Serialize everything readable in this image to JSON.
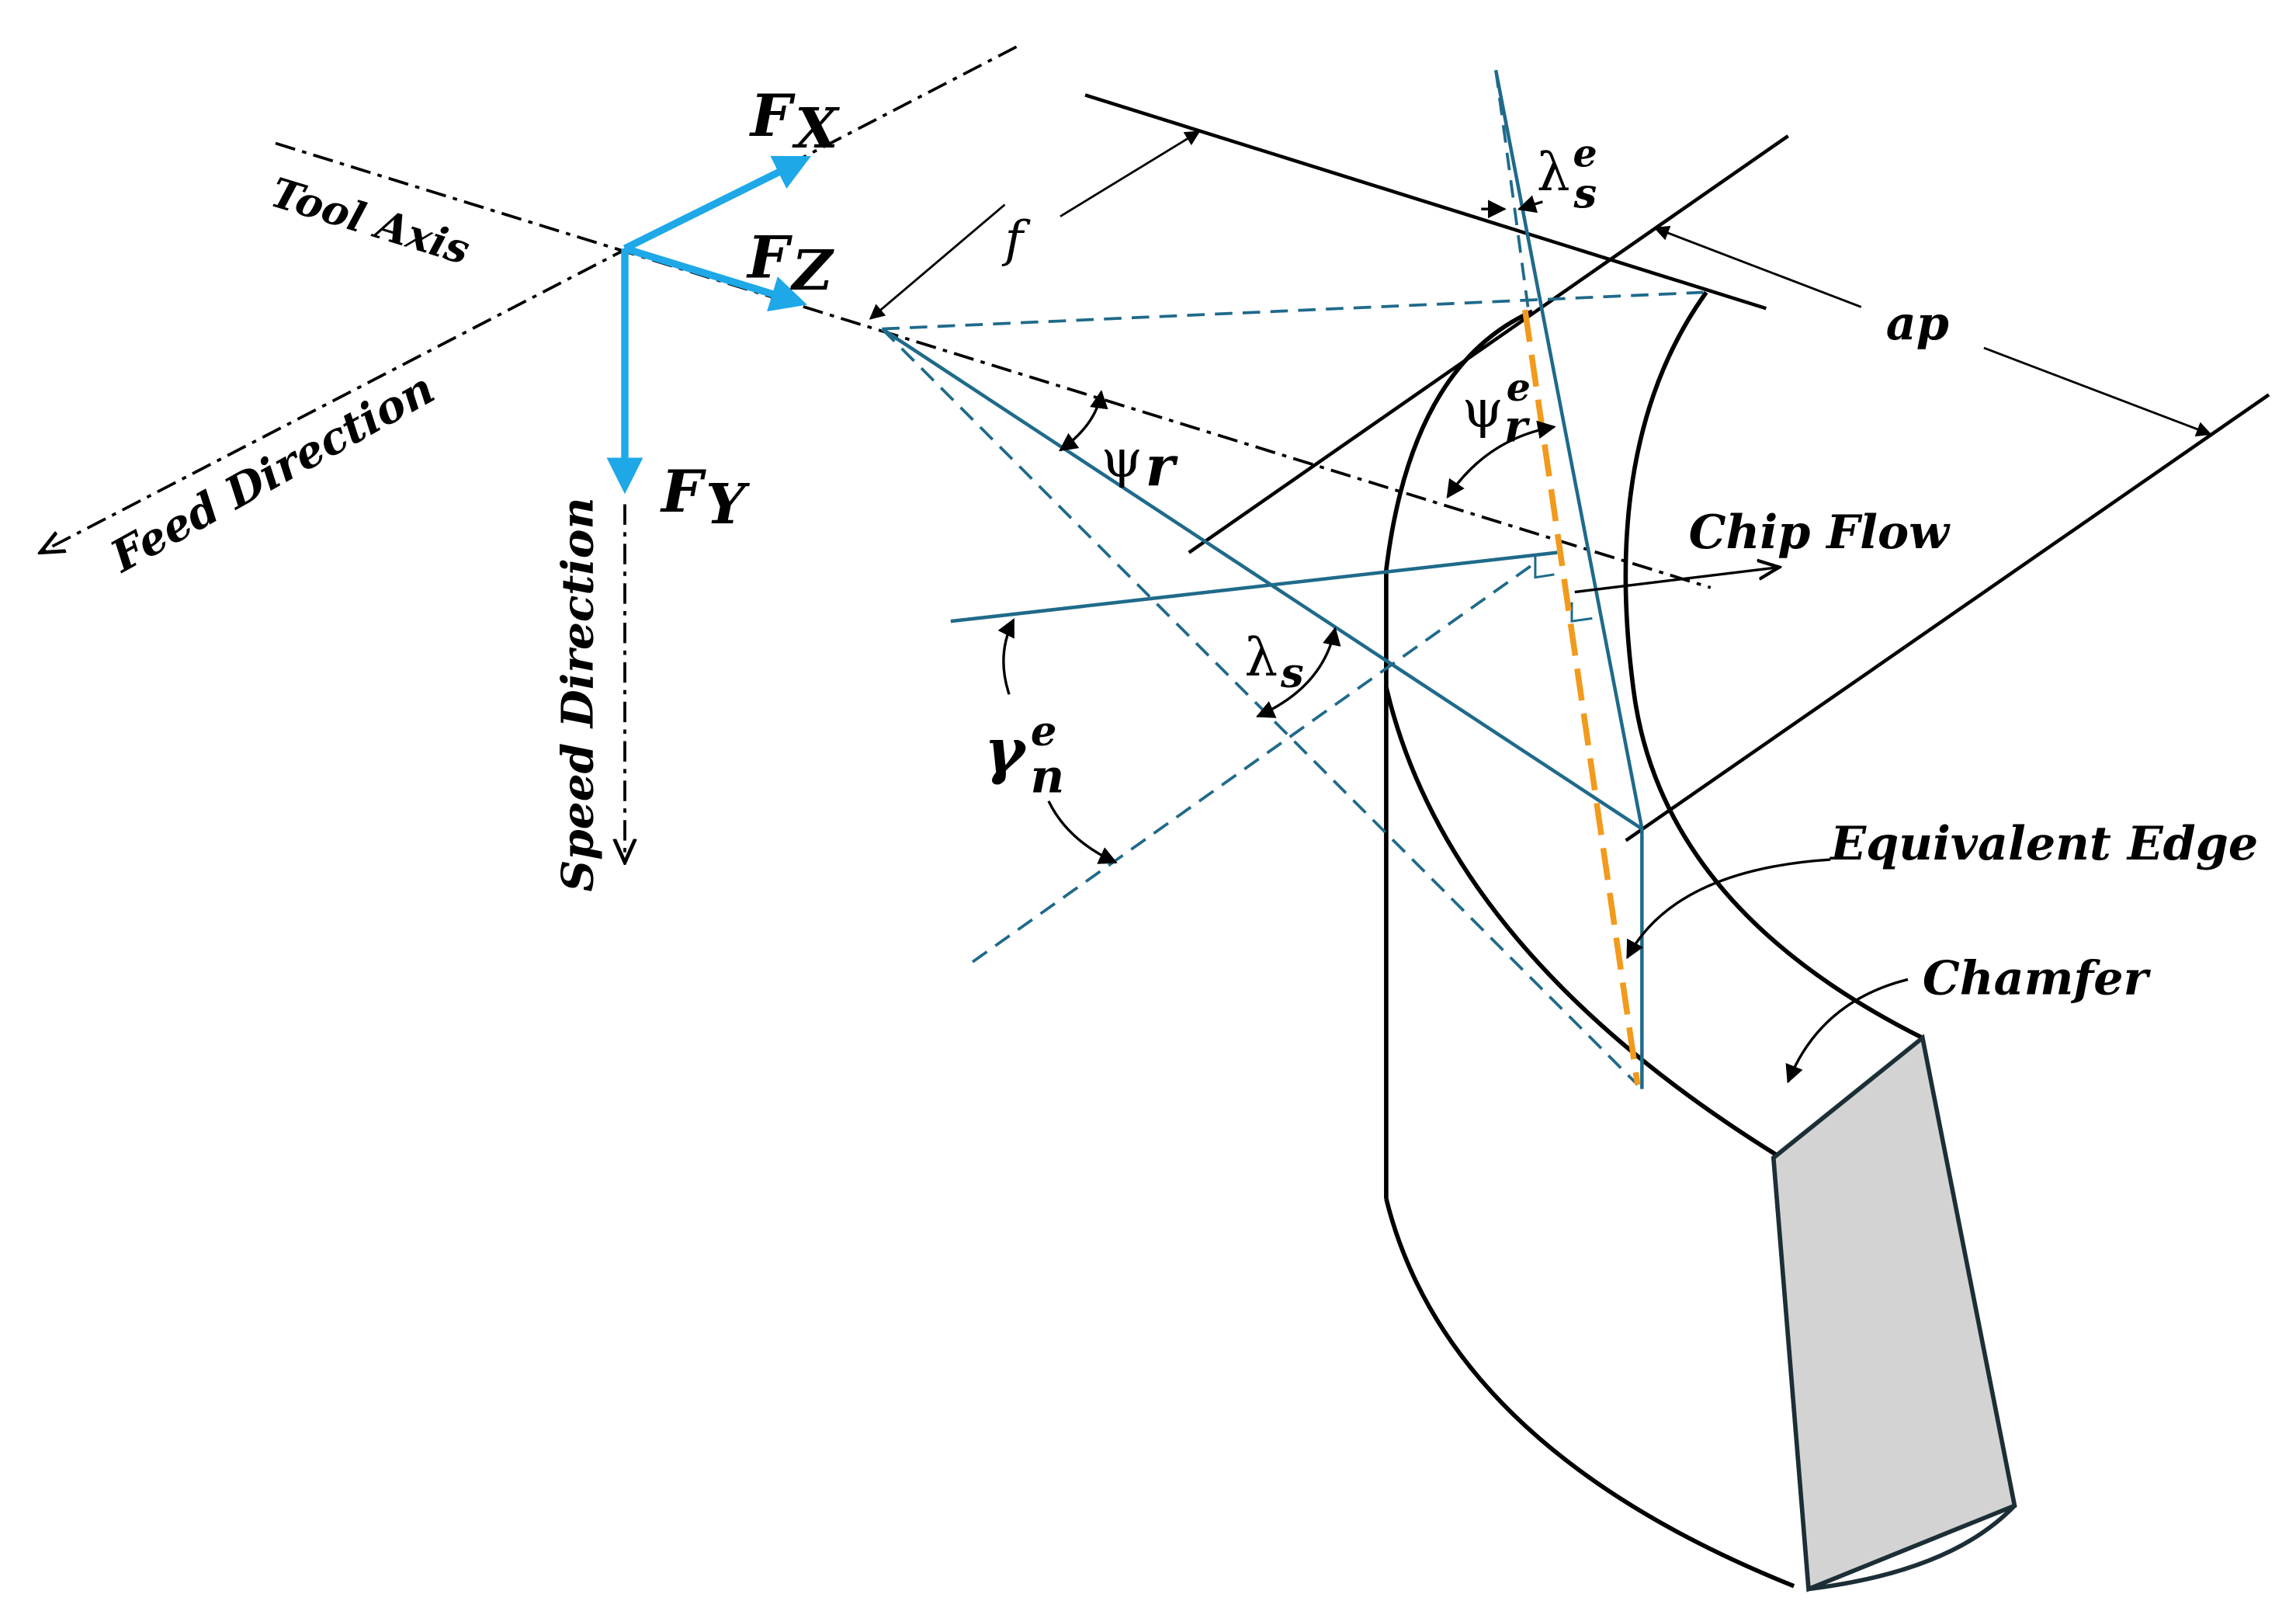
{
  "colors": {
    "ink": "#000000",
    "tool_geometry": "#1f6a8a",
    "force_vectors": "#1ea8e8",
    "equivalent_edge": "#f29a1c",
    "chamfer_fill": "#d3d3d3"
  },
  "labels": {
    "fx": "F",
    "fx_sub": "X",
    "fz": "F",
    "fz_sub": "Z",
    "fy": "F",
    "fy_sub": "Y",
    "tool_axis": "Tool Axis",
    "feed_direction": "Feed Direction",
    "speed_direction": "Speed Direction",
    "f": "f",
    "ap": "ap",
    "psi_r": "ψ",
    "psi_r_sub": "r",
    "psi_r_e": "ψ",
    "psi_r_e_sup": "e",
    "psi_r_e_sub": "r",
    "lambda_s": "λ",
    "lambda_s_sub": "s",
    "lambda_s_e": "λ",
    "lambda_s_e_sup": "e",
    "lambda_s_e_sub": "s",
    "gamma_n_e": "γ",
    "gamma_n_e_sup": "e",
    "gamma_n_e_sub": "n",
    "chip_flow": "Chip Flow",
    "equivalent_edge": "Equivalent Edge",
    "chamfer": "Chamfer"
  }
}
